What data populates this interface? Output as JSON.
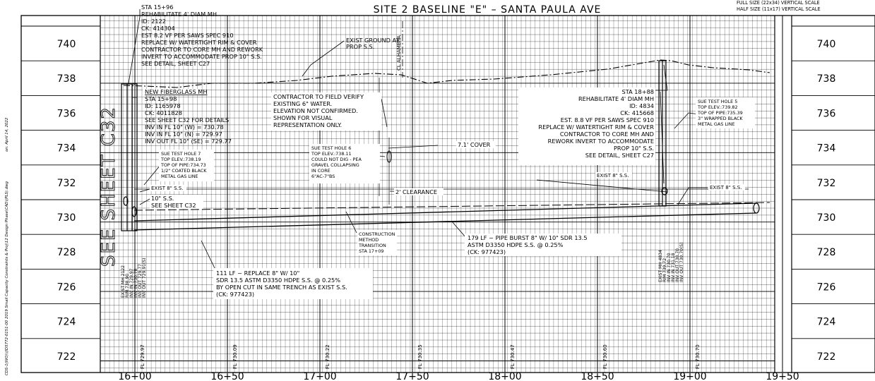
{
  "title": "SITE 2 BASELINE \"E\" – SANTA PAULA AVE",
  "scale_notes": [
    "FULL SIZE  (22x34) VERTICAL SCALE",
    "HALF SIZE  (11x17) VERTICAL SCALE"
  ],
  "left_vertical_text": "CDS-1(WO)\\(ID5772-0151-00 2019 Small Capacity Constraints & Proj\\12 Design Phase\\CAD\\(PLS).dwg",
  "left_vertical_date": "on: April 14, 2022",
  "see_sheet": "SEE SHEET C32",
  "elevations": [
    "740",
    "738",
    "736",
    "734",
    "732",
    "730",
    "728",
    "726",
    "724",
    "722"
  ],
  "stations": [
    "16+00",
    "16+50",
    "17+00",
    "17+50",
    "18+00",
    "18+50",
    "19+00",
    "19+50"
  ],
  "fl_labels": [
    "FL 729.97",
    "FL 730.09",
    "FL 730.22",
    "FL 730.35",
    "FL 730.47",
    "FL 730.60",
    "FL 730.70"
  ],
  "street_label": "CL ALHAMBRA",
  "notes": {
    "mh_left": [
      "STA 15+96",
      "REHABILITATE 4' DIAM MH",
      "ID: 2122",
      "CK: 414304",
      "EST 8.2 VF PER SAWS SPEC 910",
      "REPLACE W/ WATERTIGHT RIM & COVER",
      "CONTRACTOR TO CORE MH AND REWORK",
      "INVERT TO ACCOMMODATE PROP 10\" S.S.",
      "SEE DETAIL, SHEET C27"
    ],
    "exist_ground": [
      "EXIST GROUND AT",
      "PROP S.S."
    ],
    "fiberglass_mh": [
      "NEW FIBERGLASS MH",
      "STA 15+98",
      "ID: 1165978",
      "CK: 4011828",
      "SEE SHEET C32 FOR DETAILS",
      "INV IN FL 10\" (W) = 730.78",
      "INV IN FL 10\" (N) = 729.97",
      "INV OUT FL 10\" (SE) = 729.77"
    ],
    "verify": [
      "CONTRACTOR TO FIELD VERIFY",
      "EXISTING 6\" WATER.",
      "ELEVATION NOT CONFIRMED.",
      "SHOWN FOR VISUAL",
      "REPRESENTATION ONLY."
    ],
    "test_hole_7": [
      "SUE TEST HOLE 7",
      "TOP ELEV.:738.19",
      "TOP OF PIPE:734.73",
      "1/2\" COATED BLACK",
      "METAL GAS LINE"
    ],
    "test_hole_6": [
      "SUE TEST HOLE 6",
      "TOP ELEV.:738.11",
      "COULD NOT DIG - PEA",
      "GRAVEL COLLAPSING",
      "IN CORE",
      "6\"AC-7\"BS"
    ],
    "cover": "7.1' COVER",
    "clearance": "2' CLEARANCE",
    "mh_right": [
      "STA 18+88",
      "REHABILITATE 4' DIAM MH",
      "ID: 4834",
      "CK: 415668",
      "EST. 8.8 VF PER SAWS SPEC 910",
      "REPLACE W/ WATERTIGHT RIM & COVER",
      "CONTRACTOR TO CORE MH AND",
      "REWORK INVERT TO ACCOMMODATE",
      "PROP 10\" S.S.",
      "SEE DETAIL, SHEET C27"
    ],
    "test_hole_5": [
      "SUE TEST HOLE 5",
      "TOP ELEV.:739.82",
      "TOP OF PIPE:735.39",
      "3\" WRAPPED BLACK",
      "METAL GAS LINE"
    ],
    "exist_ss_left": "EXIST 8\" S.S.",
    "exist_ss_mid": "EXIST 8\" S.S.",
    "exist_ss_right": "EXIST 8\" S.S.",
    "ss_10": [
      "10\" S.S.",
      "SEE SHEET C32"
    ],
    "construction": [
      "CONSTRUCTION",
      "METHOD",
      "TRANSITION",
      "STA 17+09"
    ],
    "pipe_burst": [
      "179 LF ~ PIPE BURST 8\" W/ 10\" SDR 13.5",
      "ASTM D3350 HDPE S.S. @ 0.25%",
      "(CK: 977423)"
    ],
    "open_cut": [
      "111 LF ~ REPLACE 8\" W/ 10\"",
      "SDR 13.5 ASTM D3350 HDPE S.S. @ 0.25%",
      "BY OPEN CUT IN SAME TRENCH AS EXIST S.S.",
      "(CK: 977423)"
    ]
  },
  "mh_left_vertical": [
    "EXIST MH 2122",
    "RIM 738.90",
    "INV IN 729.97",
    "INV IN 730.78",
    "INV OUT 729.77",
    "INV OUT 729.91(S)"
  ],
  "mh_right_vertical": [
    "EXIST MH 4834",
    "RIM 739.72",
    "INV IN 730.70",
    "INV IN 731.18",
    "INV OUT 730.70",
    "INV OUT 730.70(S)"
  ]
}
